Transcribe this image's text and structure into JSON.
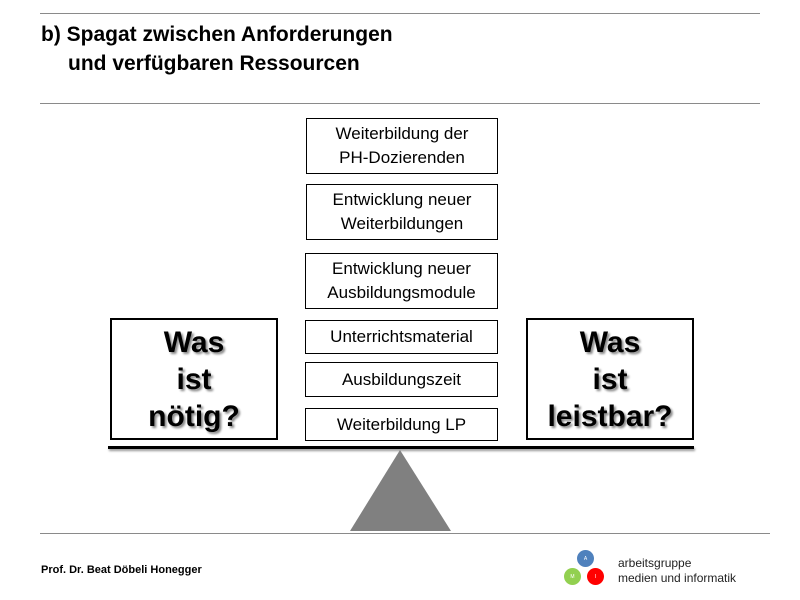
{
  "title": {
    "line1": "b) Spagat zwischen Anforderungen",
    "line2": "und verfügbaren Ressourcen"
  },
  "stack": [
    "Weiterbildung der PH-Dozierenden",
    "Entwicklung neuer Weiterbildungen",
    "Entwicklung neuer Ausbildungsmodule",
    "Unterrichtsmaterial",
    "Ausbildungszeit",
    "Weiterbildung LP"
  ],
  "left_box": {
    "line1": "Was",
    "line2": "ist",
    "line3": "nötig?"
  },
  "right_box": {
    "line1": "Was",
    "line2": "ist",
    "line3": "leistbar?"
  },
  "footer": {
    "author": "Prof. Dr. Beat Döbeli Honegger"
  },
  "logo": {
    "line1": "arbeitsgruppe",
    "line2": "medien und informatik",
    "letters": [
      "A",
      "M",
      "I"
    ],
    "colors": {
      "a": "#4f81bd",
      "m": "#92d050",
      "i": "#ff0000"
    }
  },
  "colors": {
    "fulcrum": "#808080"
  }
}
